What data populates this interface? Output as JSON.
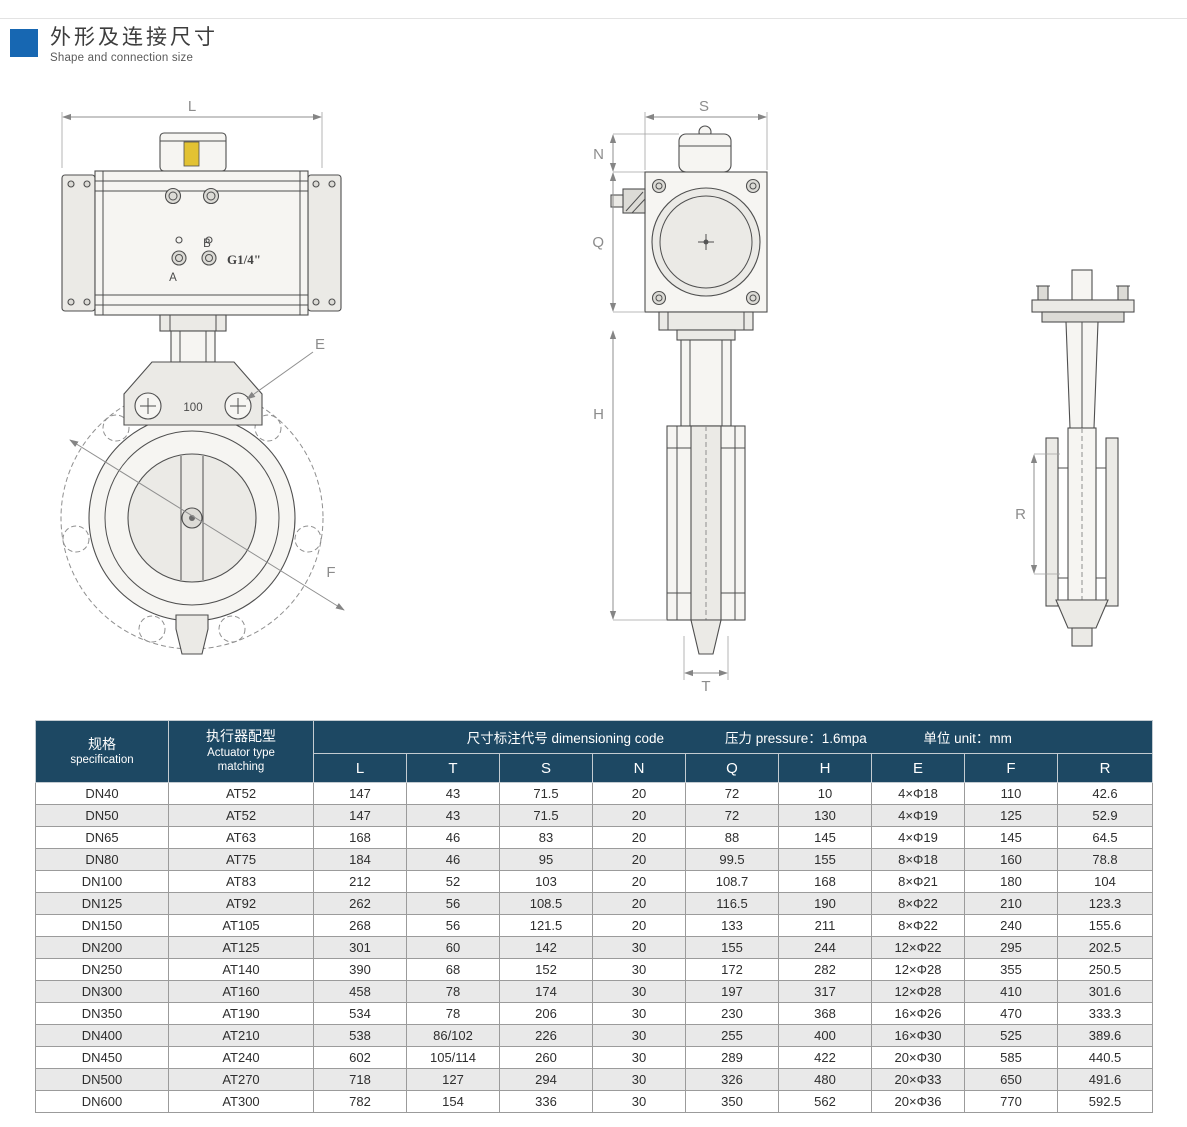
{
  "colors": {
    "accent_blue": "#1767b2",
    "header_navy": "#1d4863",
    "row_alt": "#e9e9e9",
    "yellow_stripe": "#e2c233"
  },
  "page": {
    "title_zh": "外形及连接尺寸",
    "title_en": "Shape and connection size"
  },
  "drawings": {
    "front_view": {
      "dim_l": "L",
      "dim_e": "E",
      "dim_f": "F",
      "bracket_size": "100",
      "port_thread": "G1/4\"",
      "port_a": "A",
      "port_b": "B"
    },
    "side_view": {
      "dim_s": "S",
      "dim_n": "N",
      "dim_q": "Q",
      "dim_h": "H",
      "dim_t": "T"
    },
    "profile_view": {
      "dim_r": "R"
    }
  },
  "table": {
    "header": {
      "spec_zh": "规格",
      "spec_en": "specification",
      "actuator_zh": "执行器配型",
      "actuator_en1": "Actuator type",
      "actuator_en2": "matching",
      "dim_band": "尺寸标注代号 dimensioning code",
      "pressure": "压力 pressure：1.6mpa",
      "unit": "单位 unit：mm",
      "columns": [
        "L",
        "T",
        "S",
        "N",
        "Q",
        "H",
        "E",
        "F",
        "R"
      ]
    },
    "rows": [
      [
        "DN40",
        "AT52",
        "147",
        "43",
        "71.5",
        "20",
        "72",
        "10",
        "4×Φ18",
        "110",
        "42.6"
      ],
      [
        "DN50",
        "AT52",
        "147",
        "43",
        "71.5",
        "20",
        "72",
        "130",
        "4×Φ19",
        "125",
        "52.9"
      ],
      [
        "DN65",
        "AT63",
        "168",
        "46",
        "83",
        "20",
        "88",
        "145",
        "4×Φ19",
        "145",
        "64.5"
      ],
      [
        "DN80",
        "AT75",
        "184",
        "46",
        "95",
        "20",
        "99.5",
        "155",
        "8×Φ18",
        "160",
        "78.8"
      ],
      [
        "DN100",
        "AT83",
        "212",
        "52",
        "103",
        "20",
        "108.7",
        "168",
        "8×Φ21",
        "180",
        "104"
      ],
      [
        "DN125",
        "AT92",
        "262",
        "56",
        "108.5",
        "20",
        "116.5",
        "190",
        "8×Φ22",
        "210",
        "123.3"
      ],
      [
        "DN150",
        "AT105",
        "268",
        "56",
        "121.5",
        "20",
        "133",
        "211",
        "8×Φ22",
        "240",
        "155.6"
      ],
      [
        "DN200",
        "AT125",
        "301",
        "60",
        "142",
        "30",
        "155",
        "244",
        "12×Φ22",
        "295",
        "202.5"
      ],
      [
        "DN250",
        "AT140",
        "390",
        "68",
        "152",
        "30",
        "172",
        "282",
        "12×Φ28",
        "355",
        "250.5"
      ],
      [
        "DN300",
        "AT160",
        "458",
        "78",
        "174",
        "30",
        "197",
        "317",
        "12×Φ28",
        "410",
        "301.6"
      ],
      [
        "DN350",
        "AT190",
        "534",
        "78",
        "206",
        "30",
        "230",
        "368",
        "16×Φ26",
        "470",
        "333.3"
      ],
      [
        "DN400",
        "AT210",
        "538",
        "86/102",
        "226",
        "30",
        "255",
        "400",
        "16×Φ30",
        "525",
        "389.6"
      ],
      [
        "DN450",
        "AT240",
        "602",
        "105/114",
        "260",
        "30",
        "289",
        "422",
        "20×Φ30",
        "585",
        "440.5"
      ],
      [
        "DN500",
        "AT270",
        "718",
        "127",
        "294",
        "30",
        "326",
        "480",
        "20×Φ33",
        "650",
        "491.6"
      ],
      [
        "DN600",
        "AT300",
        "782",
        "154",
        "336",
        "30",
        "350",
        "562",
        "20×Φ36",
        "770",
        "592.5"
      ]
    ]
  }
}
